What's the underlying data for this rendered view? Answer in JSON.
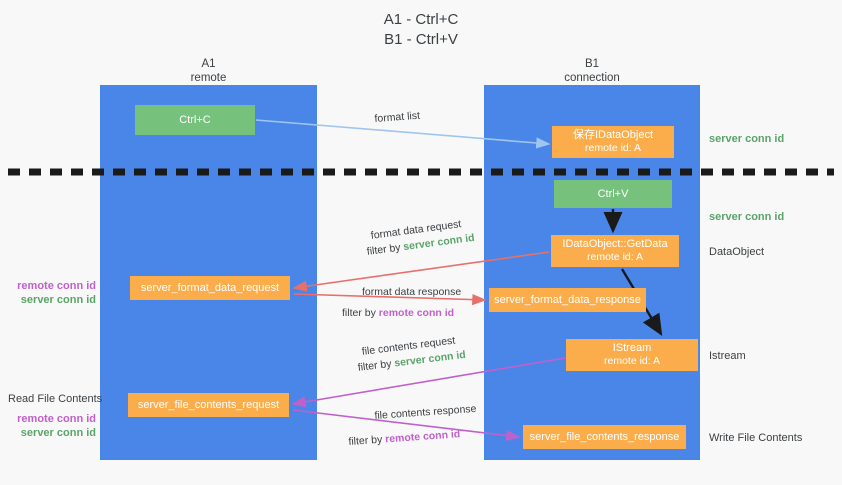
{
  "title": {
    "line1": "A1 - Ctrl+C",
    "line2": "B1 - Ctrl+V"
  },
  "lanes": [
    {
      "id": "a1",
      "name": "A1",
      "sub": "remote",
      "color": "#4a86e8"
    },
    {
      "id": "b1",
      "name": "B1",
      "sub": "connection",
      "color": "#4a86e8"
    }
  ],
  "boxes": {
    "ctrl_c": {
      "label": "Ctrl+C",
      "color": "#76c17c"
    },
    "ctrl_v": {
      "label": "Ctrl+V",
      "color": "#76c17c"
    },
    "dataobject": {
      "line1": "保存IDataObject",
      "line2": "remote id: A",
      "color": "#fbad4b"
    },
    "getdata": {
      "line1": "IDataObject::GetData",
      "line2": "remote id: A",
      "color": "#fbad4b"
    },
    "istream": {
      "line1": "IStream",
      "line2": "remote id: A",
      "color": "#fbad4b"
    },
    "format_data_request": {
      "label": "server_format_data_request",
      "color": "#fbad4b"
    },
    "format_data_response": {
      "label": "server_format_data_response",
      "color": "#fbad4b"
    },
    "file_contents_request": {
      "label": "server_file_contents_request",
      "color": "#fbad4b"
    },
    "file_contents_response": {
      "label": "server_file_contents_response",
      "color": "#fbad4b"
    }
  },
  "arrow_captions": {
    "format_list": "format list",
    "format_data_request": "format data request",
    "format_data_request_filter_prefix": "filter by ",
    "format_data_request_filter_value": "server conn id",
    "format_data_response": "format data response",
    "format_data_response_filter_prefix": "filter by ",
    "format_data_response_filter_value": "remote conn id",
    "file_contents_request": "file contents request",
    "file_contents_request_filter_prefix": "filter by ",
    "file_contents_request_filter_value": "server conn id",
    "file_contents_response": "file contents response",
    "file_contents_response_filter_prefix": "filter by ",
    "file_contents_response_filter_value": "remote conn id"
  },
  "right_labels": {
    "server_conn_id_1": "server conn id",
    "server_conn_id_2": "server conn id",
    "dataobject": "DataObject",
    "istream": "Istream",
    "write_file_contents": "Write File Contents"
  },
  "left_labels": {
    "remote_conn_id_1": "remote conn id",
    "server_conn_id_1": "server conn id",
    "read_file_contents": "Read File Contents",
    "remote_conn_id_2": "remote conn id",
    "server_conn_id_2": "server conn id"
  },
  "colors": {
    "lane": "#4a86e8",
    "green_box": "#76c17c",
    "orange_box": "#fbad4b",
    "green_text": "#5aa469",
    "purple_text": "#c061cb",
    "arrow_light_blue": "#9fc5f0",
    "arrow_red": "#e8706a",
    "arrow_purple": "#c061cb",
    "arrow_black": "#1a1a1a",
    "background": "#f8f8f8",
    "separator": "#1a1a1a"
  }
}
